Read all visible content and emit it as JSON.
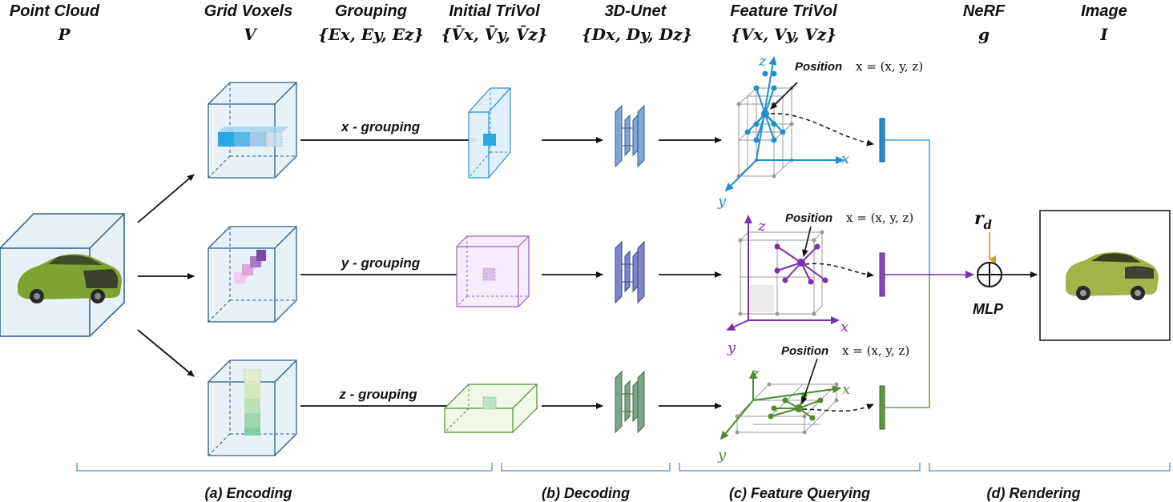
{
  "headers": [
    {
      "title": "Point Cloud",
      "symbol": "P"
    },
    {
      "title": "Grid Voxels",
      "symbol": "V"
    },
    {
      "title": "Grouping",
      "symbol": "{Ex, Ey, Ez}"
    },
    {
      "title": "Initial TriVol",
      "symbol": "{V̄x, V̄y, V̄z}"
    },
    {
      "title": "3D-Unet",
      "symbol": "{Dx, Dy, Dz}"
    },
    {
      "title": "Feature TriVol",
      "symbol": "{Vx, Vy, Vz}"
    },
    {
      "title": "NeRF",
      "symbol": "g"
    },
    {
      "title": "Image",
      "symbol": "I"
    }
  ],
  "groupings": [
    "x - grouping",
    "y - grouping",
    "z - grouping"
  ],
  "position_label": "Position",
  "position_formula": "x = (x, y, z)",
  "axis_labels": {
    "x": "x",
    "y": "y",
    "z": "z"
  },
  "mlp_label": "MLP",
  "ray_label": "r_d",
  "stages": [
    "(a) Encoding",
    "(b) Decoding",
    "(c) Feature Querying",
    "(d) Rendering"
  ],
  "colors": {
    "blue": "#1e8fd0",
    "purple": "#7a2fb0",
    "green": "#4f8a2e",
    "bracket": "#5b8fc6",
    "cube_fill": "#e8f0f8",
    "cube_edge": "#2d5d8a",
    "ray": "#d7a11b"
  }
}
